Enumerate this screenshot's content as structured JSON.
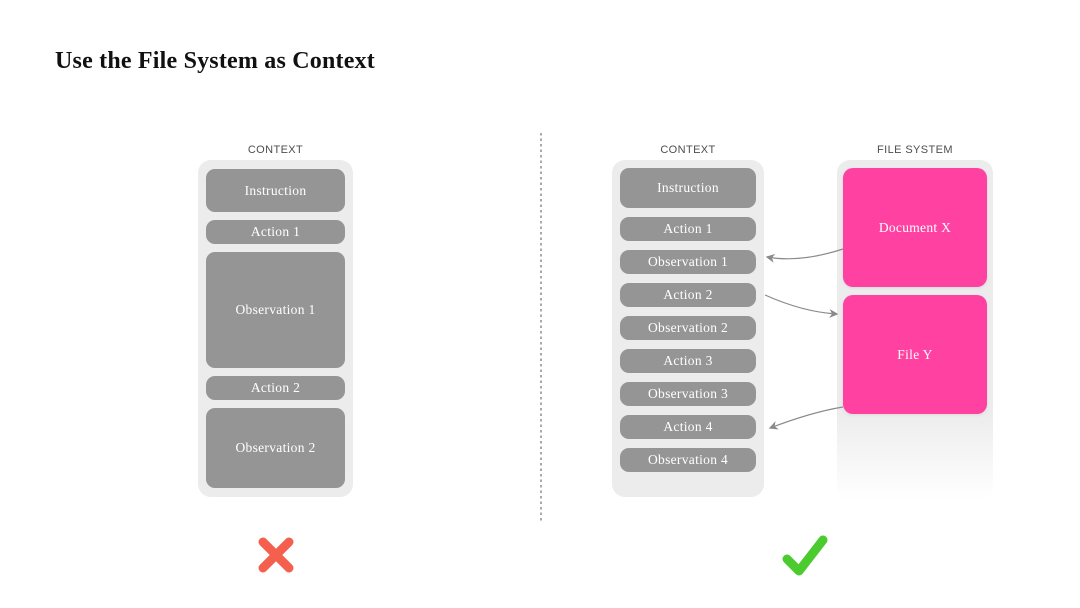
{
  "title": "Use the File System as Context",
  "colors": {
    "block_gray": "#959595",
    "container_gray": "#ECECEC",
    "pink": "#FF42A1",
    "cross_red": "#F4604D",
    "check_green": "#4BCB2E",
    "arrow_gray": "#8A8A8A",
    "label_gray": "#4E4E4E",
    "title_black": "#111111",
    "block_text": "#FFFFFF"
  },
  "left_panel": {
    "label": "CONTEXT",
    "blocks": [
      {
        "label": "Instruction"
      },
      {
        "label": "Action 1"
      },
      {
        "label": "Observation 1"
      },
      {
        "label": "Action 2"
      },
      {
        "label": "Observation 2"
      }
    ],
    "verdict": "rejected",
    "verdict_icon": "cross-icon"
  },
  "right_panel": {
    "context_label": "CONTEXT",
    "context_blocks": [
      {
        "label": "Instruction"
      },
      {
        "label": "Action 1"
      },
      {
        "label": "Observation 1"
      },
      {
        "label": "Action 2"
      },
      {
        "label": "Observation 2"
      },
      {
        "label": "Action 3"
      },
      {
        "label": "Observation 3"
      },
      {
        "label": "Action 4"
      },
      {
        "label": "Observation 4"
      }
    ],
    "file_system": {
      "label": "FILE SYSTEM",
      "blocks": [
        {
          "label": "Document X"
        },
        {
          "label": "File Y"
        }
      ]
    },
    "arrows": [
      {
        "from": "Document X",
        "to": "Observation 1"
      },
      {
        "from": "Action 2",
        "to": "File Y"
      },
      {
        "from": "File Y",
        "to": "Action 4"
      }
    ],
    "verdict": "approved",
    "verdict_icon": "check-icon"
  }
}
